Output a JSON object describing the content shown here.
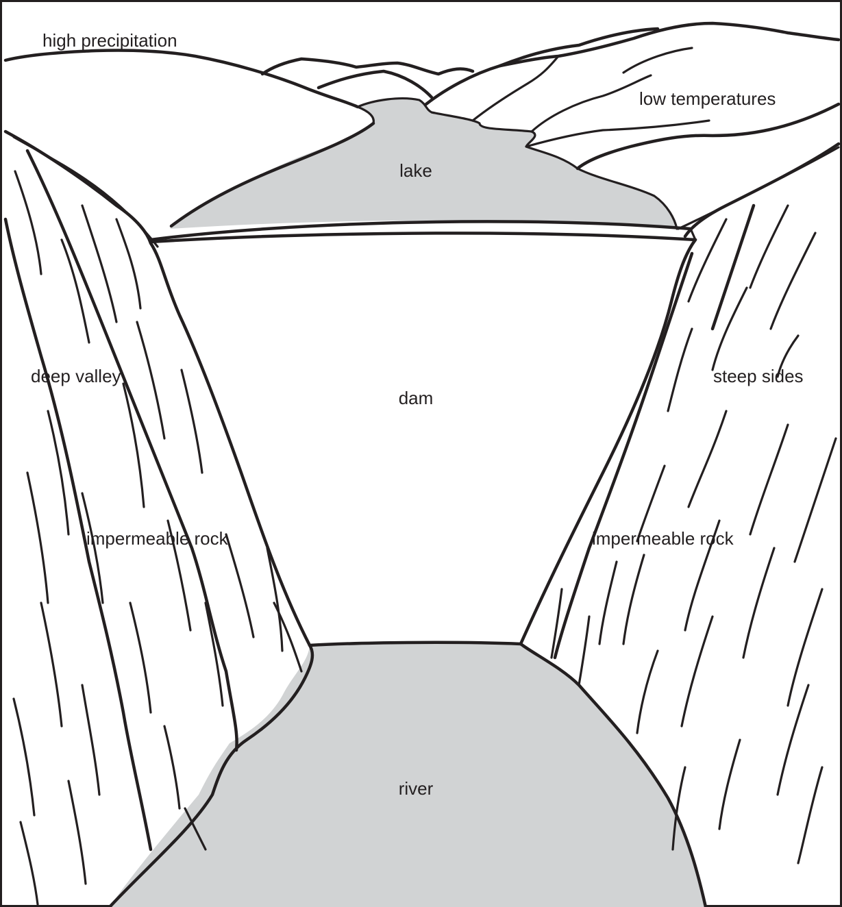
{
  "colors": {
    "water": "#d1d3d4",
    "ink": "#231f20",
    "background": "#ffffff"
  },
  "labels": {
    "high_precipitation": "high precipitation",
    "low_temperatures": "low temperatures",
    "lake": "lake",
    "deep_valley": "deep valley",
    "steep_sides": "steep sides",
    "dam": "dam",
    "impermeable_rock_left": "impermeable rock",
    "impermeable_rock_right": "impermeable rock",
    "river": "river"
  }
}
